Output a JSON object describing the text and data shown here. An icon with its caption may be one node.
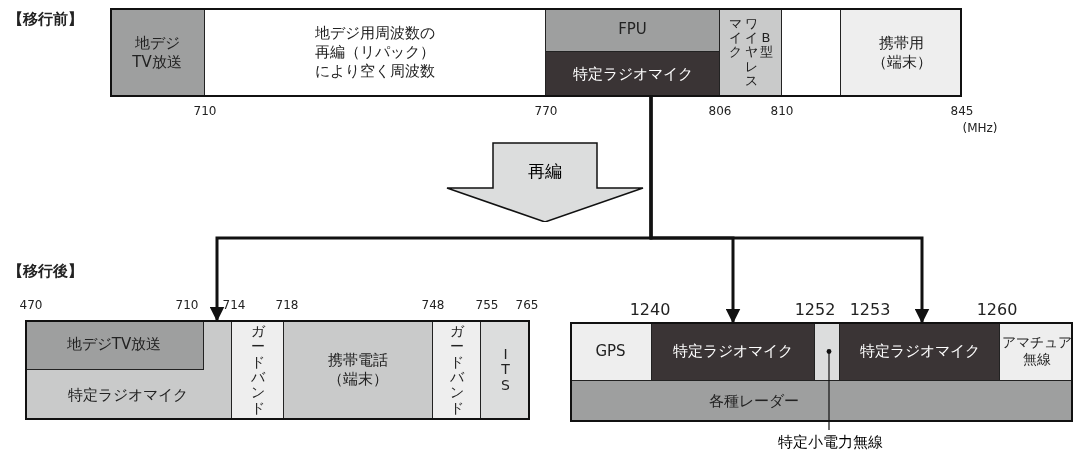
{
  "diagram": {
    "nodes": [
      {
        "text": [],
        "shape": "bar"
      },
      {
        "text": [
          "地デジ TV放送"
        ],
        "in": 0
      },
      {
        "text": [
          "地デジ用周波数の再編（リパック）により空く周波数"
        ],
        "in": 0
      },
      {
        "text": [
          "FPU"
        ],
        "in": 0
      },
      {
        "text": [
          "特定ラジオマイク"
        ],
        "in": 0
      },
      {
        "text": [
          "ワイヤレスマイク",
          "B型"
        ],
        "in": 0
      },
      {
        "text": [
          "携帯用（端末）"
        ],
        "in": 0
      },
      {
        "text": [
          "再編"
        ]
      },
      {
        "text": [],
        "shape": "bar"
      },
      {
        "text": [
          "特定ラジオマイク"
        ],
        "in": 8
      },
      {
        "text": [
          "地デジTV放送"
        ],
        "in": 9
      },
      {
        "text": [
          "ガードバンド"
        ],
        "in": 8
      },
      {
        "text": [
          "携帯電話（端末）"
        ],
        "in": 8
      },
      {
        "text": [
          "ガードバンド"
        ],
        "in": 8
      },
      {
        "text": [
          "ITS"
        ],
        "in": 8
      },
      {
        "text": [],
        "shape": "bar"
      },
      {
        "text": [
          "GPS"
        ],
        "in": 15
      },
      {
        "text": [
          "特定ラジオマイク"
        ],
        "in": 15
      },
      {
        "text": [],
        "shape": "bar",
        "in": 15
      },
      {
        "text": [
          "特定ラジオマイク"
        ],
        "in": 15
      },
      {
        "text": [
          "アマチュア無線"
        ],
        "in": 15
      },
      {
        "text": [
          "各種レーダー"
        ],
        "in": 15
      },
      {
        "text": [
          "特定小電力無線"
        ]
      }
    ],
    "edges": [
      {
        "from": 4,
        "to": 9,
        "arrow": "to"
      },
      {
        "from": 4,
        "to": 17,
        "arrow": "to"
      },
      {
        "from": 4,
        "to": 19,
        "arrow": "to"
      },
      {
        "from": 22,
        "to": 18,
        "arrow": "other"
      }
    ],
    "labels": [
      "【移行前】",
      "710",
      "770",
      "806",
      "810",
      "845",
      "(MHz)",
      "【移行後】",
      "470",
      "710",
      "714",
      "718",
      "748",
      "755",
      "765",
      "1240",
      "1252",
      "1253",
      "1260"
    ]
  }
}
